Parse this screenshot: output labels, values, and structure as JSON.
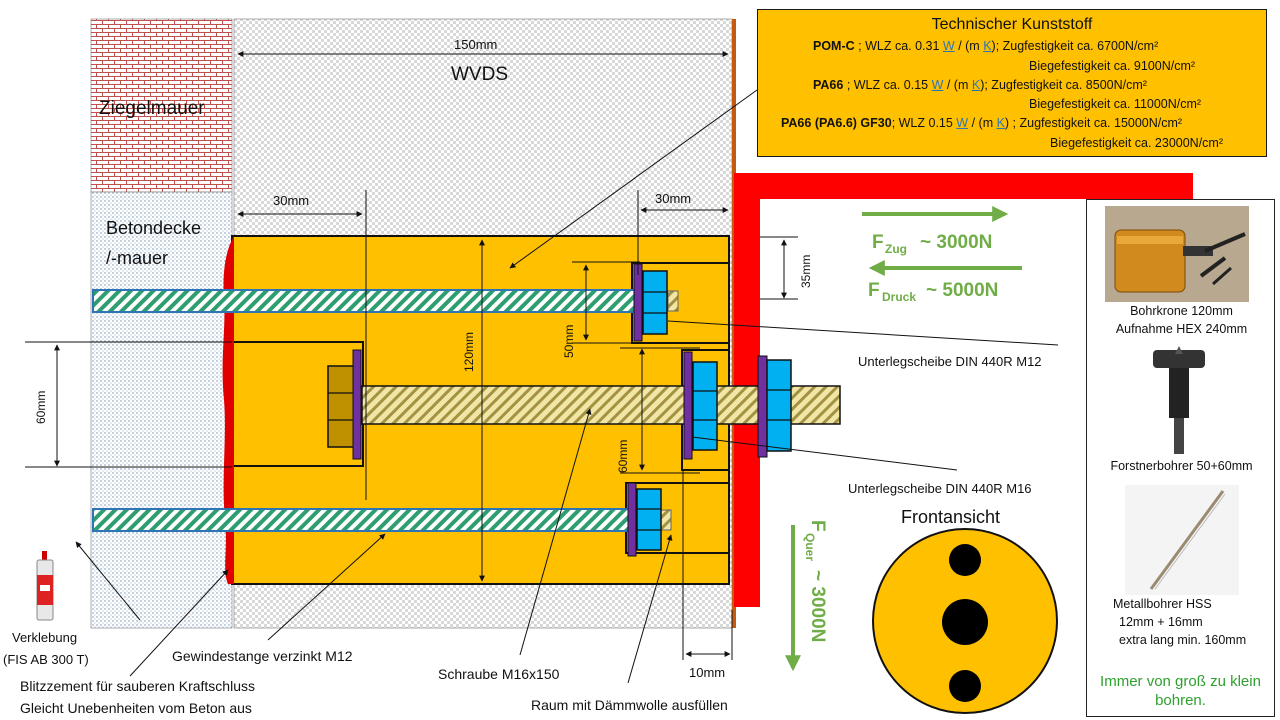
{
  "labels": {
    "ziegelmauer": "Ziegelmauer",
    "wvds": "WVDS",
    "betondecke_line1": "Betondecke",
    "betondecke_line2": "/-mauer",
    "dim_150": "150mm",
    "dim_30_left": "30mm",
    "dim_30_right": "30mm",
    "dim_35": "35mm",
    "dim_120": "120mm",
    "dim_50": "50mm",
    "dim_60_left": "60mm",
    "dim_60_mid": "60mm",
    "dim_10": "10mm",
    "f_zug_main": "F",
    "f_zug_sub": "Zug",
    "f_zug_value": "~  3000N",
    "f_druck_main": "F",
    "f_druck_sub": "Druck",
    "f_druck_value": "~  5000N",
    "f_quer_main": "F",
    "f_quer_sub": "Quer",
    "f_quer_value": "~  3000N",
    "washer_m12": "Unterlegscheibe DIN 440R  M12",
    "washer_m16": "Unterlegscheibe DIN 440R  M16",
    "frontansicht": "Frontansicht",
    "verklebung_line1": "Verklebung",
    "verklebung_line2": "(FIS AB 300 T)",
    "gewindestange": "Gewindestange  verzinkt M12",
    "blitzzement_line1": "Blitzzement für sauberen Kraftschluss",
    "blitzzement_line2": "Gleicht Unebenheiten vom Beton aus",
    "schraube": "Schraube  M16x150",
    "daemmwolle": "Raum mit Dämmwolle ausfüllen"
  },
  "infobox": {
    "title": "Technischer Kunststoff",
    "row1_name": "POM-C",
    "row1_text": " ; WLZ ca. 0.31  ",
    "row1_unit_w": "W",
    "row1_mid": " / (m ",
    "row1_unit_k": "K",
    "row1_end": ");  Zugfestigkeit ca. 6700N/cm²",
    "row1b": "Biegefestigkeit ca. 9100N/cm²",
    "row2_name": "PA66",
    "row2_text": " ; WLZ ca. 0.15  ",
    "row2_unit_w": "W",
    "row2_mid": " / (m ",
    "row2_unit_k": "K",
    "row2_end": ");       Zugfestigkeit ca. 8500N/cm²",
    "row2b": "Biegefestigkeit ca. 11000N/cm²",
    "row3_name": "PA66 (PA6.6) GF30",
    "row3_text": ";  WLZ  0.15 ",
    "row3_unit_w": "W",
    "row3_mid": " / (m ",
    "row3_unit_k": "K",
    "row3_end": ") ; Zugfestigkeit ca. 15000N/cm²",
    "row3b": "Biegefestigkeit ca. 23000N/cm²"
  },
  "tools": {
    "bohrkrone_line1": "Bohrkrone  120mm",
    "bohrkrone_line2": "Aufnahme HEX 240mm",
    "forstner": "Forstnerbohrer  50+60mm",
    "metall_line1": "Metallbohrer HSS",
    "metall_line2": "12mm + 16mm",
    "metall_line3": "extra lang min. 160mm",
    "hint_line1": "Immer von groß zu klein",
    "hint_line2": "bohren."
  },
  "colors": {
    "orange": "#FFC000",
    "red": "#FF0000",
    "cyan": "#00B0F0",
    "purple": "#7030A0",
    "green_arrow": "#70AD47",
    "brick": "#C0504D",
    "hint_green": "#2EA02E"
  }
}
